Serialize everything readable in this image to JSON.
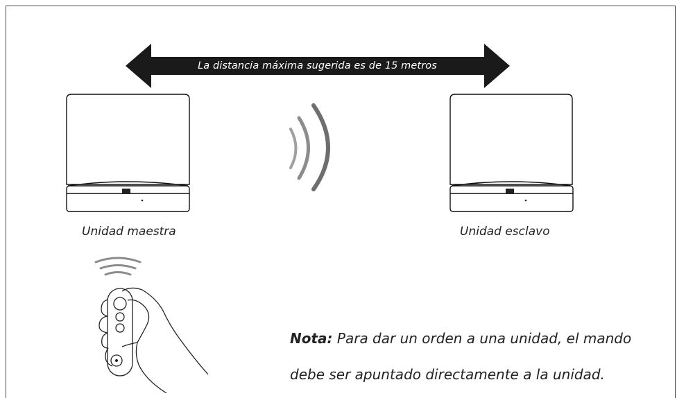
{
  "arrow": {
    "text": "La distancia máxima sugerida es de 15 metros"
  },
  "units": {
    "master_label": "Unidad maestra",
    "slave_label": "Unidad esclavo"
  },
  "note": {
    "label": "Nota:",
    "line1": " Para dar un orden a una unidad, el mando",
    "line2": "debe ser apuntado directamente a la unidad."
  },
  "colors": {
    "arrow": "#1a1a1a",
    "signal": "#8c8c8c",
    "text": "#222222"
  },
  "icons": [
    "double-arrow-icon",
    "wireless-signal-icon",
    "remote-control-icon"
  ]
}
